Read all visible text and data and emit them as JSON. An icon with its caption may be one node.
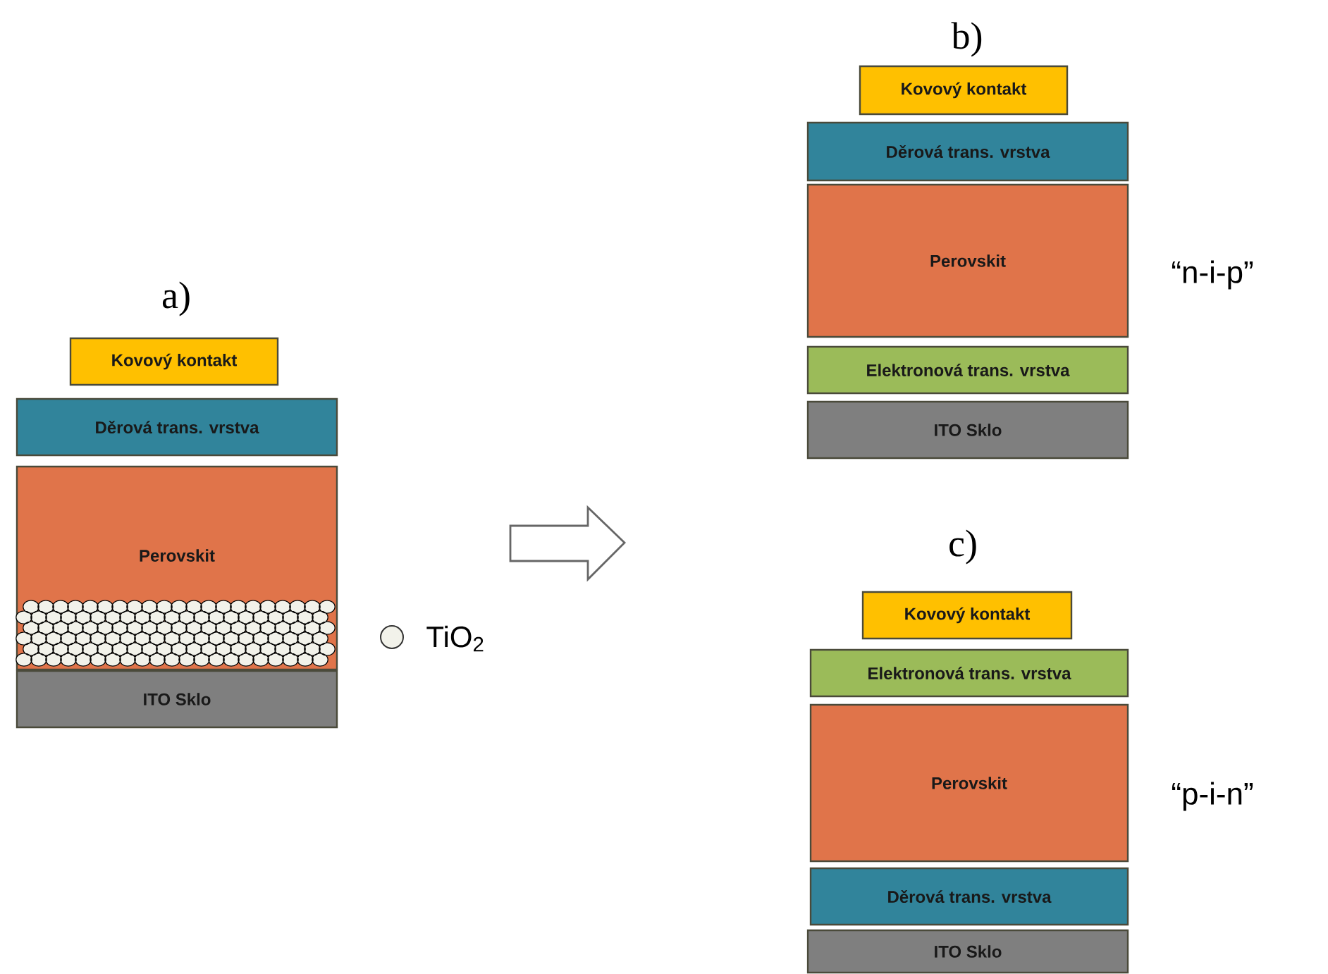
{
  "diagram": {
    "nodes": [
      {
        "text": [
          "Kovový kontakt"
        ]
      },
      {
        "text": [
          "Děrová trans. vrstva"
        ]
      },
      {
        "text": [
          "Perovskit"
        ]
      },
      {
        "text": [
          "ITO Sklo"
        ]
      },
      {
        "text": [
          "Kovový kontakt"
        ]
      },
      {
        "text": [
          "Děrová trans. vrstva"
        ]
      },
      {
        "text": [
          "Perovskit"
        ]
      },
      {
        "text": [
          "Elektronová trans. vrstva"
        ]
      },
      {
        "text": [
          "ITO Sklo"
        ]
      },
      {
        "text": [
          "Kovový kontakt"
        ]
      },
      {
        "text": [
          "Elektronová trans. vrstva"
        ]
      },
      {
        "text": [
          "Perovskit"
        ]
      },
      {
        "text": [
          "Děrová trans. vrstva"
        ]
      },
      {
        "text": [
          "ITO Sklo"
        ]
      }
    ],
    "labels": [
      "a)",
      "b)",
      "“n-i-p”",
      "c)",
      "“p-i-n”"
    ],
    "legend": [
      {
        "text": "TiO$_{2}$"
      }
    ]
  }
}
